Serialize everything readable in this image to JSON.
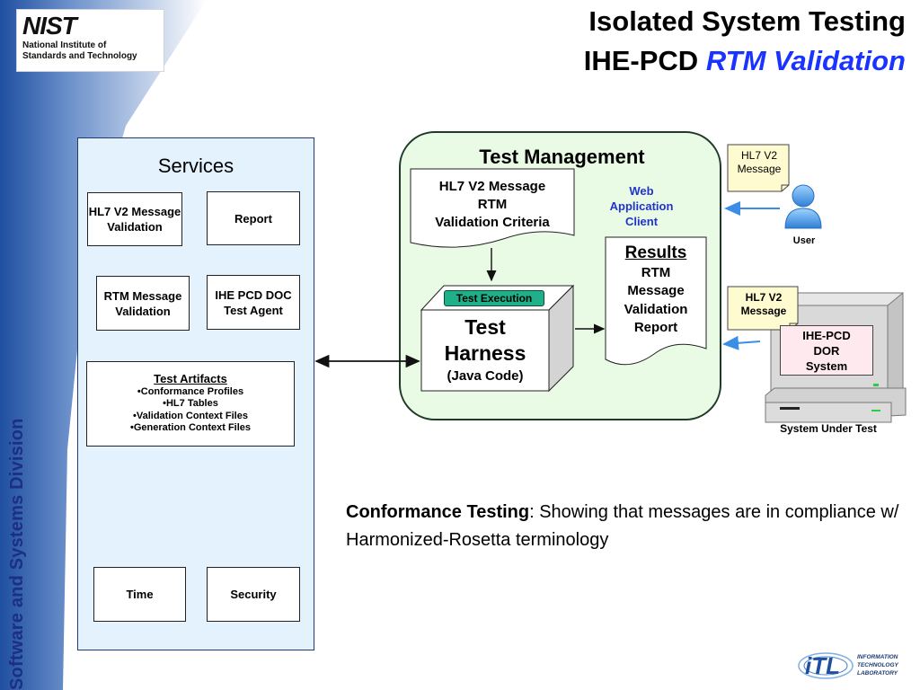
{
  "header": {
    "title_line1": "Isolated System Testing",
    "title_line2_prefix": "IHE-PCD",
    "title_line2_accent": "RTM Validation"
  },
  "logo": {
    "wordmark": "NIST",
    "subtitle_line1": "National Institute of",
    "subtitle_line2": "Standards and Technology"
  },
  "sidebar": {
    "vertical_text": "Software and Systems Division"
  },
  "services": {
    "title": "Services",
    "items": {
      "hl7_validation": "HL7 V2 Message Validation",
      "report": "Report",
      "rtm_validation": "RTM Message Validation",
      "doc_agent": "IHE PCD DOC Test Agent",
      "time": "Time",
      "security": "Security"
    },
    "artifacts": {
      "title": "Test Artifacts",
      "list": [
        "•Conformance Profiles",
        "•HL7 Tables",
        "•Validation Context Files",
        "•Generation Context Files"
      ]
    }
  },
  "management": {
    "title": "Test Management",
    "criteria_lines": [
      "HL7 V2 Message",
      "RTM",
      "Validation Criteria"
    ],
    "web_client_lines": [
      "Web",
      "Application",
      "Client"
    ],
    "results_title": "Results",
    "results_lines": [
      "RTM",
      "Message",
      "Validation",
      "Report"
    ],
    "execution_label": "Test Execution",
    "harness_lines": [
      "Test",
      "Harness"
    ],
    "harness_sub": "(Java Code)"
  },
  "external": {
    "note1_lines": [
      "HL7 V2",
      "Message"
    ],
    "note2_lines": [
      "HL7 V2",
      "Message"
    ],
    "user_label": "User",
    "dor_lines": [
      "IHE-PCD",
      "DOR",
      "System"
    ],
    "sut_label": "System Under Test"
  },
  "conformance": {
    "bold": "Conformance Testing",
    "text": ": Showing that messages are in compliance w/ Harmonized-Rosetta terminology"
  },
  "footer_logo": {
    "mark": "iTL",
    "text_lines": [
      "INFORMATION",
      "TECHNOLOGY",
      "LABORATORY"
    ]
  },
  "colors": {
    "band_dark": "#1f4fa0",
    "band_light": "#ffffff",
    "accent_blue": "#1a33ff",
    "services_fill": "#e3f2fd",
    "management_fill": "#eafbe5",
    "execution_label": "#1fb08a",
    "note_fill": "#fffbd0",
    "dor_fill": "#fde9ee",
    "arrow_blue": "#3a8ee6"
  }
}
